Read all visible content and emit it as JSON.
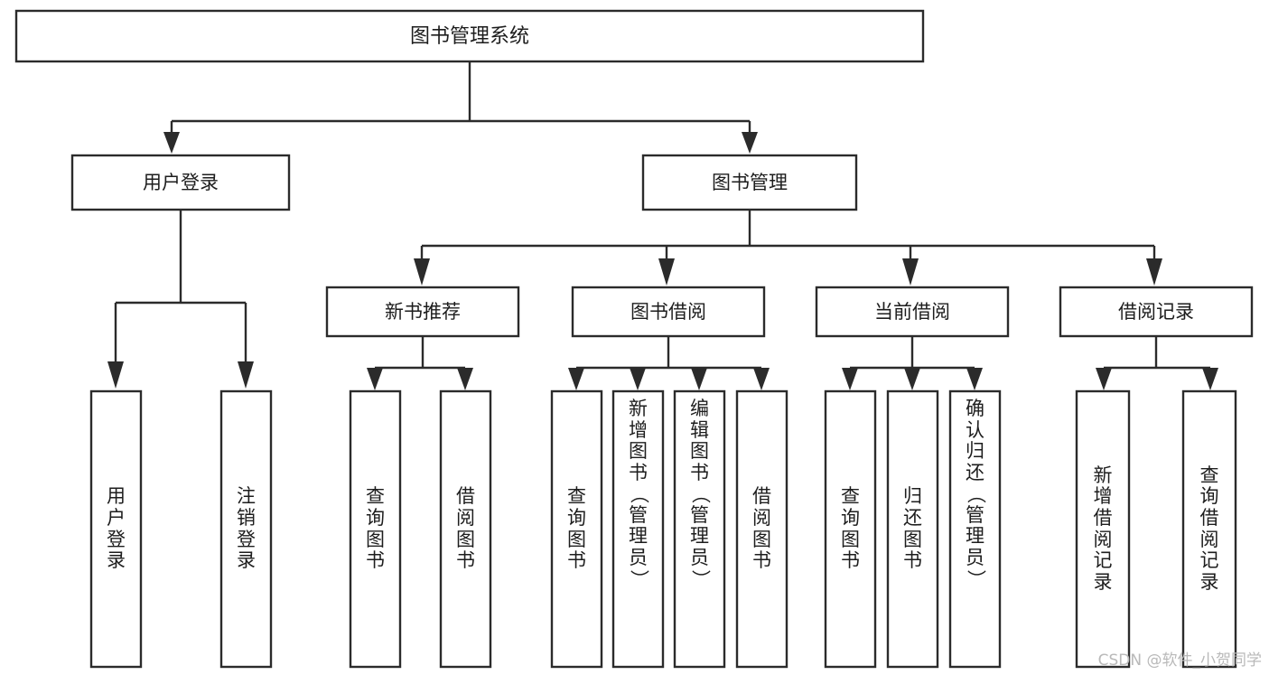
{
  "diagram": {
    "title": "图书管理系统",
    "type": "tree-hierarchy-diagram",
    "colors": {
      "background": "#ffffff",
      "box_fill": "#ffffff",
      "stroke": "#2b2b2b",
      "text": "#1d1d1d",
      "watermark": "#b9b9b9"
    },
    "root": {
      "label": "图书管理系统"
    },
    "level1": [
      {
        "label": "用户登录"
      },
      {
        "label": "图书管理"
      }
    ],
    "level2": [
      {
        "label": "新书推荐"
      },
      {
        "label": "图书借阅"
      },
      {
        "label": "当前借阅"
      },
      {
        "label": "借阅记录"
      }
    ],
    "leaves": {
      "user_login": [
        {
          "label": "用户登录",
          "chars": [
            "用",
            "户",
            "登",
            "录"
          ]
        },
        {
          "label": "注销登录",
          "chars": [
            "注",
            "销",
            "登",
            "录"
          ]
        }
      ],
      "new_book_recommend": [
        {
          "label": "查询图书",
          "chars": [
            "查",
            "询",
            "图",
            "书"
          ]
        },
        {
          "label": "借阅图书",
          "chars": [
            "借",
            "阅",
            "图",
            "书"
          ]
        }
      ],
      "book_borrow": [
        {
          "label": "查询图书",
          "chars": [
            "查",
            "询",
            "图",
            "书"
          ]
        },
        {
          "label": "新增图书（管理员）",
          "chars": [
            "新",
            "增",
            "图",
            "书",
            "（",
            "管",
            "理",
            "员",
            "）"
          ]
        },
        {
          "label": "编辑图书（管理员）",
          "chars": [
            "编",
            "辑",
            "图",
            "书",
            "（",
            "管",
            "理",
            "员",
            "）"
          ]
        },
        {
          "label": "借阅图书",
          "chars": [
            "借",
            "阅",
            "图",
            "书"
          ]
        }
      ],
      "current_borrow": [
        {
          "label": "查询图书",
          "chars": [
            "查",
            "询",
            "图",
            "书"
          ]
        },
        {
          "label": "归还图书",
          "chars": [
            "归",
            "还",
            "图",
            "书"
          ]
        },
        {
          "label": "确认归还（管理员）",
          "chars": [
            "确",
            "认",
            "归",
            "还",
            "（",
            "管",
            "理",
            "员",
            "）"
          ]
        }
      ],
      "borrow_record": [
        {
          "label": "新增借阅记录",
          "chars": [
            "新",
            "增",
            "借",
            "阅",
            "记",
            "录"
          ]
        },
        {
          "label": "查询借阅记录",
          "chars": [
            "查",
            "询",
            "借",
            "阅",
            "记",
            "录"
          ]
        }
      ]
    },
    "watermark": "CSDN @软件_小贺同学"
  }
}
